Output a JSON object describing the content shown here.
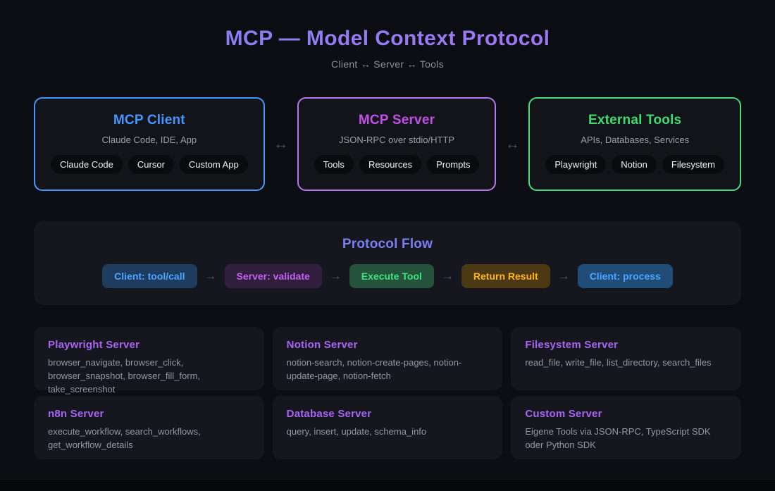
{
  "header": {
    "title": "MCP — Model Context Protocol",
    "subtitle": "Client ↔ Server ↔ Tools"
  },
  "box_connector": "↔",
  "boxes": [
    {
      "title": "MCP Client",
      "subtitle": "Claude Code, IDE, App",
      "chips": [
        "Claude Code",
        "Cursor",
        "Custom App"
      ],
      "accent": "#4696ff"
    },
    {
      "title": "MCP Server",
      "subtitle": "JSON-RPC over stdio/HTTP",
      "chips": [
        "Tools",
        "Resources",
        "Prompts"
      ],
      "accent": "#b478ee"
    },
    {
      "title": "External Tools",
      "subtitle": "APIs, Databases, Services",
      "chips": [
        "Playwright",
        "Notion",
        "Filesystem"
      ],
      "accent": "#4bdb7c"
    }
  ],
  "flow": {
    "title": "Protocol Flow",
    "connector": "→",
    "steps": [
      {
        "label": "Client: tool/call",
        "bg": "#1e3c5e",
        "fg": "#4fa2ff"
      },
      {
        "label": "Server: validate",
        "bg": "#2f1f3d",
        "fg": "#c45ff2"
      },
      {
        "label": "Execute Tool",
        "bg": "#24523a",
        "fg": "#41e27d"
      },
      {
        "label": "Return Result",
        "bg": "#4a3913",
        "fg": "#ffb41e"
      },
      {
        "label": "Client: process",
        "bg": "#1f4d78",
        "fg": "#4ba4ff"
      }
    ]
  },
  "servers": [
    {
      "title": "Playwright Server",
      "tools": "browser_navigate, browser_click, browser_snapshot, browser_fill_form, take_screenshot"
    },
    {
      "title": "Notion Server",
      "tools": "notion-search, notion-create-pages, notion-update-page, notion-fetch"
    },
    {
      "title": "Filesystem Server",
      "tools": "read_file, write_file, list_directory, search_files"
    },
    {
      "title": "n8n Server",
      "tools": "execute_workflow, search_workflows, get_workflow_details"
    },
    {
      "title": "Database Server",
      "tools": "query, insert, update, schema_info"
    },
    {
      "title": "Custom Server",
      "tools": "Eigene Tools via JSON-RPC, TypeScript SDK oder Python SDK"
    }
  ],
  "colors": {
    "page_bg": "#0d0e13",
    "card_bg": "#16171e",
    "title_gradient_start": "#7f82f4",
    "title_gradient_end": "#a96ef0",
    "client_accent": "#4696ff",
    "server_accent": "#b478ee",
    "server_title": "#c050e8",
    "tools_accent": "#4bdb7c",
    "flow_title": "#797ef2",
    "server_card_title": "#a765f2",
    "muted_text": "#9aa0ab"
  }
}
